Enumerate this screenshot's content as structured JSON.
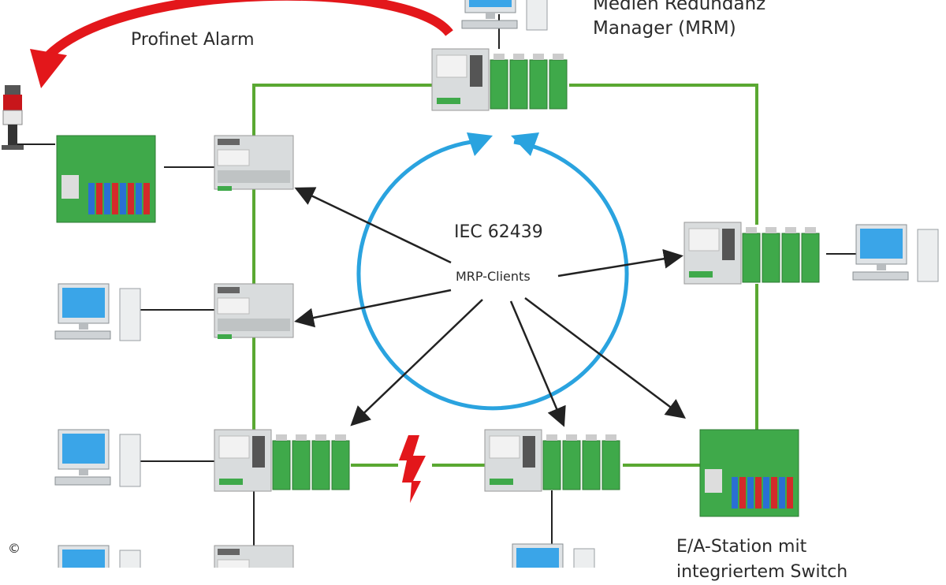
{
  "labels": {
    "mrm_line1": "Medien Redundanz",
    "mrm_line2": "Manager (MRM)",
    "profinet_alarm": "Profinet Alarm",
    "standard": "IEC 62439",
    "clients": "MRP-Clients",
    "ea_line1": "E/A-Station mit",
    "ea_line2": "integriertem Switch",
    "copyright": "©"
  },
  "colors": {
    "ring_line": "#5aa832",
    "mrp_circle": "#2aa3df",
    "arrow": "#222222",
    "alarm_arrow": "#e3171b",
    "fault_bolt": "#e3171b",
    "device_module": "#3fa94a",
    "device_grey": "#d9dcdd"
  }
}
